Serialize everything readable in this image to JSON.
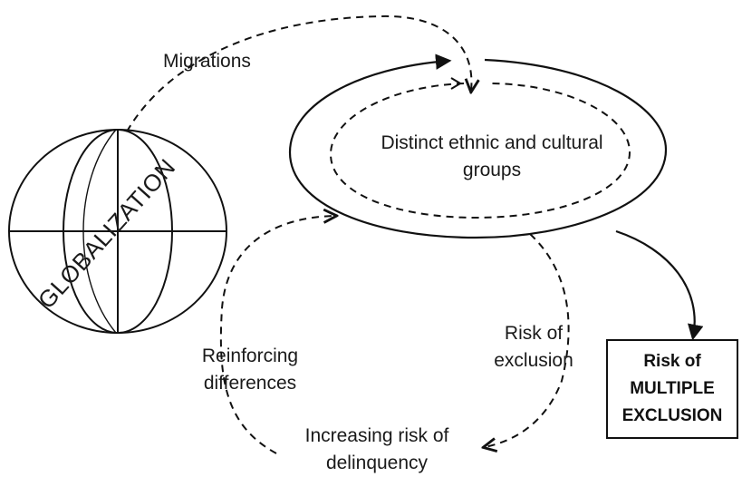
{
  "globe": {
    "label": "GLOBALIZATION"
  },
  "ellipse": {
    "line1": "Distinct ethnic and cultural",
    "line2": "groups"
  },
  "arrows": {
    "migrations": "Migrations",
    "reinforcing_line1": "Reinforcing",
    "reinforcing_line2": "differences",
    "exclusion_line1": "Risk of",
    "exclusion_line2": "exclusion",
    "delinquency_line1": "Increasing risk of",
    "delinquency_line2": "delinquency"
  },
  "outcome": {
    "line1": "Risk of",
    "line2": "MULTIPLE",
    "line3": "EXCLUSION"
  },
  "colors": {
    "stroke": "#111111",
    "text": "#1a1a1a",
    "background": "#ffffff"
  }
}
